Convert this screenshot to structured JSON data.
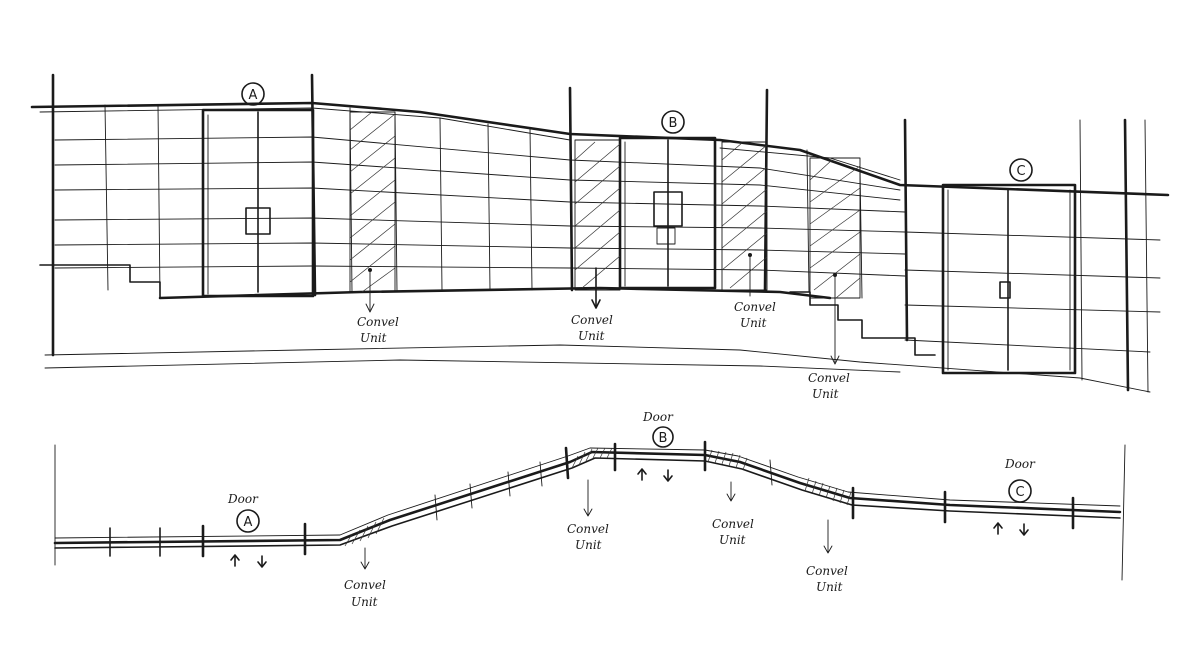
{
  "elevation": {
    "markers": [
      "A",
      "B",
      "C"
    ],
    "convector_labels": [
      [
        "Convel",
        "Unit"
      ],
      [
        "Convel",
        "Unit"
      ],
      [
        "Convel",
        "Unit"
      ],
      [
        "Convel",
        "Unit"
      ]
    ]
  },
  "plan": {
    "door_labels": [
      {
        "word": "Door",
        "letter": "A"
      },
      {
        "word": "Door",
        "letter": "B"
      },
      {
        "word": "Door",
        "letter": "C"
      }
    ],
    "convector_labels": [
      [
        "Convel",
        "Unit"
      ],
      [
        "Convel",
        "Unit"
      ],
      [
        "Convel",
        "Unit"
      ],
      [
        "Convel",
        "Unit"
      ]
    ]
  }
}
